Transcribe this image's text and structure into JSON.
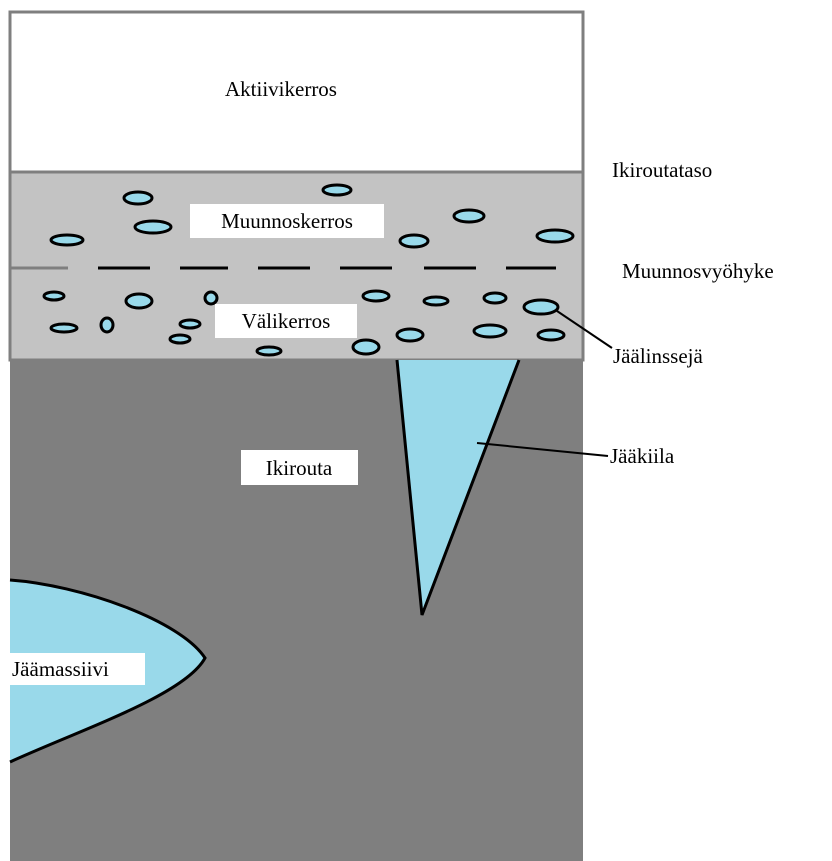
{
  "labels": {
    "active_layer": "Aktiivikerros",
    "permafrost_table": "Ikiroutataso",
    "transition_layer": "Muunnoskerros",
    "transition_zone": "Muunnosvyöhyke",
    "intermediate_layer": "Välikerros",
    "ice_lenses": "Jäälinssejä",
    "permafrost": "Ikirouta",
    "ice_wedge": "Jääkiila",
    "massive_ice": "Jäämassiivi"
  },
  "colors": {
    "active_layer": "#ffffff",
    "transition_layer": "#c3c3c3",
    "permafrost": "#7f7f7f",
    "ice": "#99d9ea",
    "outline": "#000000",
    "border": "#7f7f7f"
  }
}
